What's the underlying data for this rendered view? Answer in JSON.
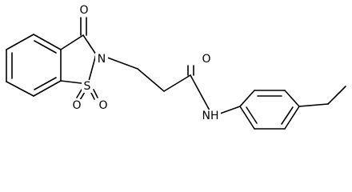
{
  "molecule": {
    "atoms": {
      "o_carbonyl_top": "O",
      "n_ring": "N",
      "s_ring": "S",
      "o_sulfonyl_left": "O",
      "o_sulfonyl_right": "O",
      "o_amide": "O",
      "nh_amide": "NH"
    }
  }
}
